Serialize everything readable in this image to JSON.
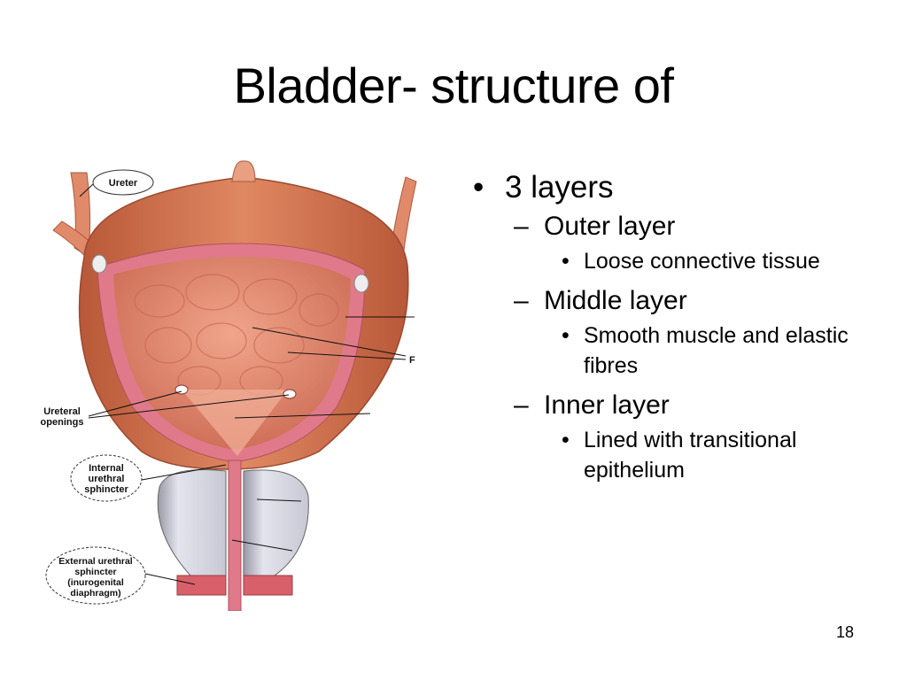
{
  "slide": {
    "title": "Bladder- structure of",
    "page_number": "18"
  },
  "figure": {
    "labels": {
      "ureter": "Ureter",
      "ureteral_openings": [
        "Ureteral",
        "openings"
      ],
      "internal_sphincter": [
        "Internal",
        "urethral",
        "sphincter"
      ],
      "external_sphincter": [
        "External urethral",
        "sphincter",
        "(inurogenital",
        "diaphragm)"
      ],
      "right_mark": "F"
    }
  },
  "bullets": {
    "markers": {
      "bullet": "•",
      "dash": "–"
    },
    "items": [
      {
        "text": "3 layers"
      },
      {
        "text": "Outer layer"
      },
      {
        "text": "Loose connective tissue"
      },
      {
        "text": "Middle layer"
      },
      {
        "text": "Smooth muscle and elastic fibres"
      },
      {
        "text": "Inner layer"
      },
      {
        "text": "Lined with transitional epithelium"
      }
    ]
  },
  "colors": {
    "muscle": "#d2704e",
    "mucosa": "#e8907a",
    "wall": "#e07a8a",
    "prostate": "#d8d8e4"
  }
}
